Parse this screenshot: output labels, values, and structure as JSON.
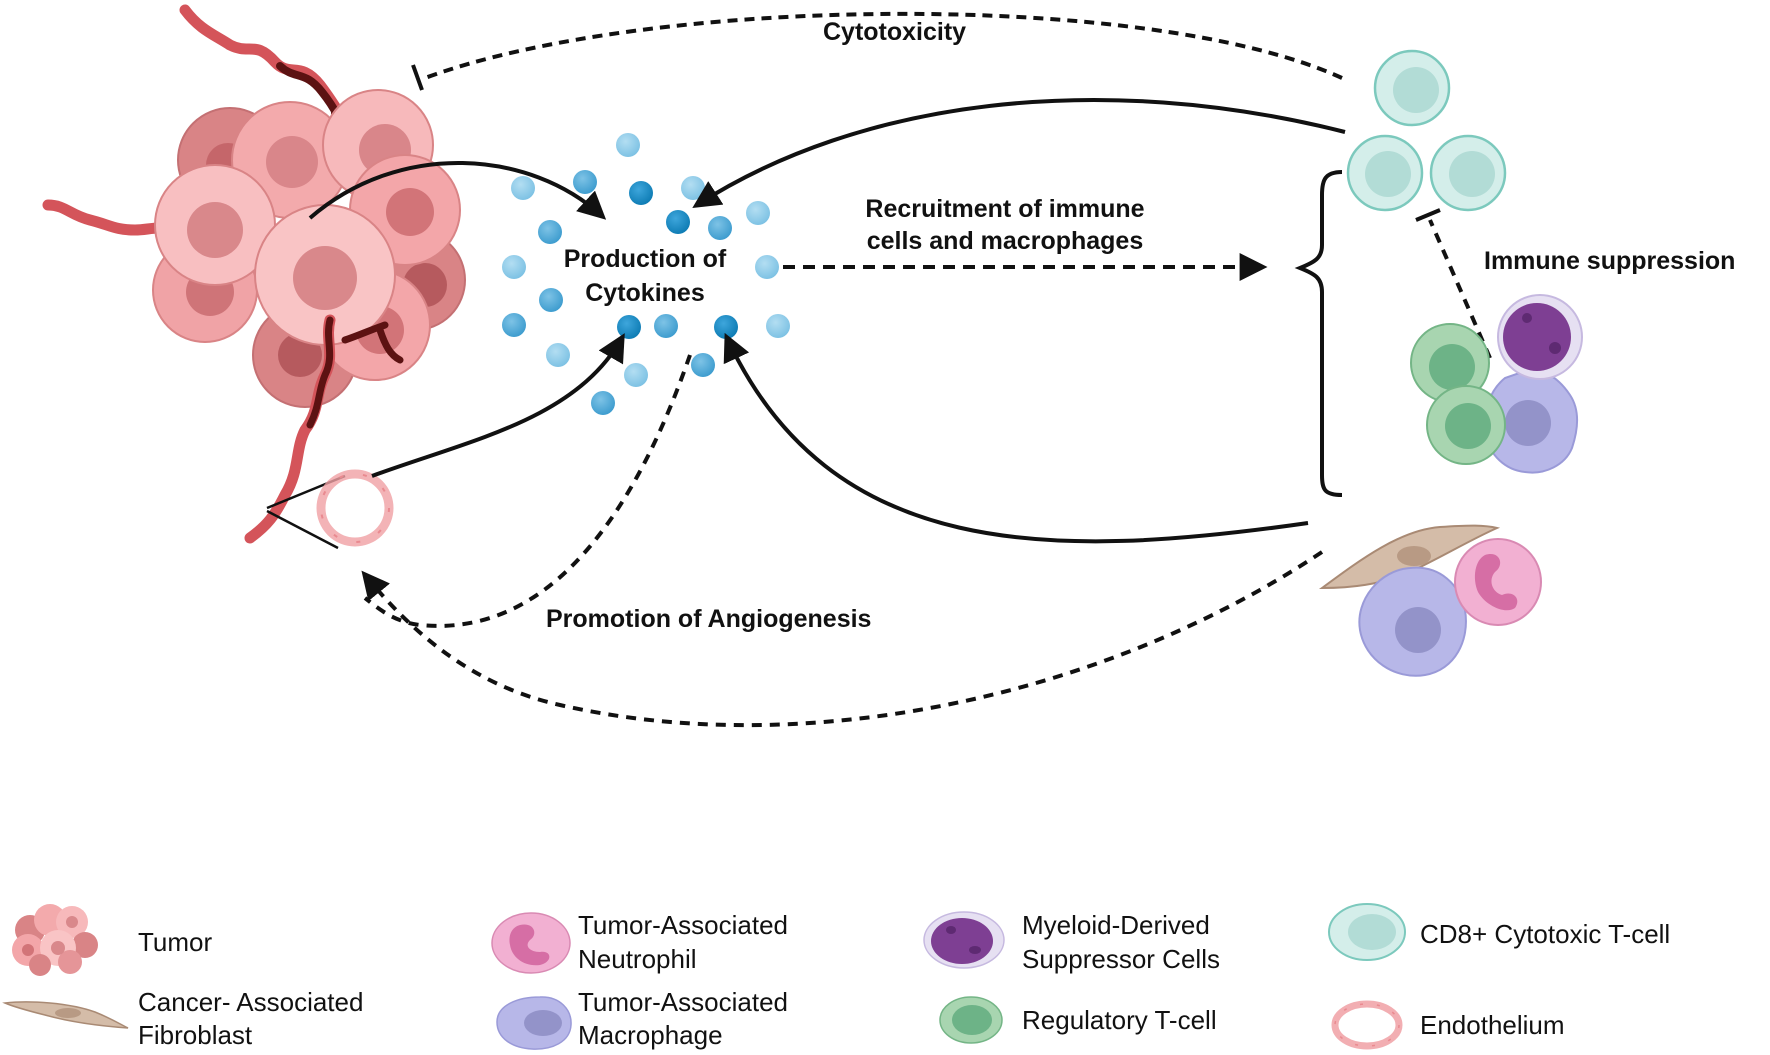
{
  "diagram": {
    "title": "Tumor microenvironment cytokine signaling",
    "colors": {
      "tumor_light": "#f7b6b8",
      "tumor_dark": "#d98486",
      "tumor_nucleus": "#d67f82",
      "vessel": "#d4545a",
      "vessel_dark": "#5c1212",
      "cytokine_light": "#8ccbe8",
      "cytokine_mid": "#4ea8d6",
      "cytokine_dark": "#1a8cc4",
      "cd8_fill": "#d4eeea",
      "cd8_nucleus": "#b2dcd6",
      "cd8_stroke": "#7cc9bd",
      "treg_fill": "#a8d5b0",
      "treg_nucleus": "#6db387",
      "mdsc_fill": "#e6e0f2",
      "mdsc_nucleus": "#7e3f93",
      "macrophage_fill": "#b7b7e8",
      "macrophage_nucleus": "#9393c9",
      "neutrophil_fill": "#f2b0d2",
      "neutrophil_nucleus": "#d66ea5",
      "fibroblast_fill": "#d4bca8",
      "fibroblast_nucleus": "#b89a84",
      "endothelium": "#f0a0a4",
      "arrow": "#111111"
    },
    "labels": {
      "cytotoxicity": "Cytotoxicity",
      "cytokines_line1": "Production of",
      "cytokines_line2": "Cytokines",
      "recruitment_line1": "Recruitment of immune",
      "recruitment_line2": "cells and macrophages",
      "immune_suppression": "Immune suppression",
      "angiogenesis": "Promotion of Angiogenesis"
    },
    "arrows": [
      {
        "from": "tumor",
        "to": "cytokines",
        "style": "solid",
        "head": "arrow"
      },
      {
        "from": "cd8-t-cells",
        "to": "cytokines",
        "style": "solid",
        "head": "arrow"
      },
      {
        "from": "endothelium",
        "to": "cytokines",
        "style": "solid",
        "head": "arrow"
      },
      {
        "from": "tam-tan-caf-group",
        "to": "cytokines",
        "style": "solid",
        "head": "arrow"
      },
      {
        "from": "cytokines",
        "to": "immune-cell-group",
        "style": "dashed",
        "head": "arrow",
        "label": "recruitment"
      },
      {
        "from": "cd8-t-cells",
        "to": "tumor",
        "style": "dashed",
        "head": "inhibit",
        "label": "cytotoxicity"
      },
      {
        "from": "suppressor-group",
        "to": "cd8-t-cells",
        "style": "dashed",
        "head": "inhibit",
        "label": "immune_suppression"
      },
      {
        "from": "cytokines",
        "to": "endothelium",
        "style": "dashed",
        "head": "arrow",
        "label": "angiogenesis"
      },
      {
        "from": "tam-tan-caf-group",
        "to": "endothelium",
        "style": "dashed",
        "head": "arrow"
      }
    ]
  },
  "legend": {
    "items": [
      {
        "icon": "tumor-icon",
        "label_lines": [
          "Tumor"
        ]
      },
      {
        "icon": "fibroblast-icon",
        "label_lines": [
          "Cancer- Associated",
          "Fibroblast"
        ]
      },
      {
        "icon": "neutrophil-icon",
        "label_lines": [
          "Tumor-Associated",
          "Neutrophil"
        ]
      },
      {
        "icon": "macrophage-icon",
        "label_lines": [
          "Tumor-Associated",
          "Macrophage"
        ]
      },
      {
        "icon": "mdsc-icon",
        "label_lines": [
          "Myeloid-Derived",
          "Suppressor Cells"
        ]
      },
      {
        "icon": "treg-icon",
        "label_lines": [
          "Regulatory T-cell"
        ]
      },
      {
        "icon": "cd8-tcell-icon",
        "label_lines": [
          "CD8+ Cytotoxic T-cell"
        ]
      },
      {
        "icon": "endothelium-icon",
        "label_lines": [
          "Endothelium"
        ]
      }
    ]
  }
}
